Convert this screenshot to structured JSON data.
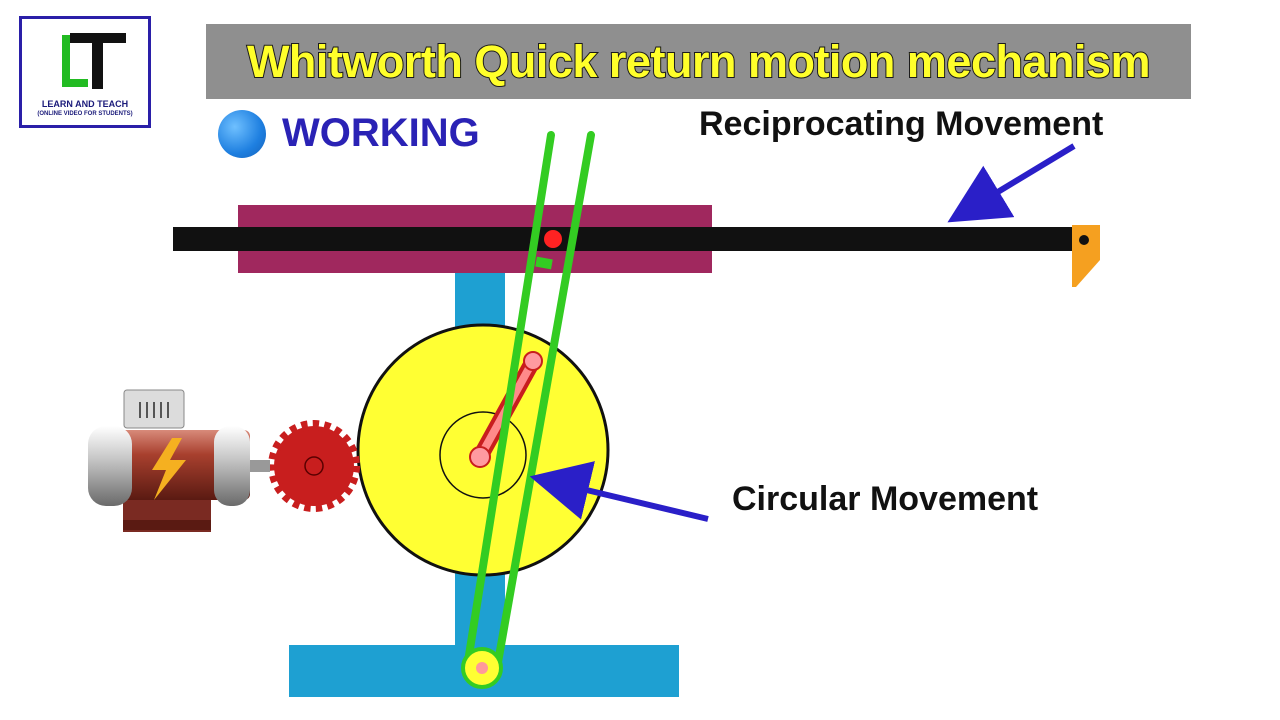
{
  "logo": {
    "letters": "LT",
    "line1": "LEARN AND TEACH",
    "line2": "(ONLINE VIDEO FOR STUDENTS)"
  },
  "title": "Whitworth Quick return motion mechanism",
  "section": {
    "label": "WORKING",
    "dot_color": "#1e7fe0"
  },
  "annotations": {
    "reciprocating": "Reciprocating Movement",
    "circular": "Circular Movement"
  },
  "colors": {
    "title_background": "#8f8f8f",
    "title_text": "#ffff2a",
    "guide": "#a0285e",
    "ram": "#111111",
    "frame": "#1ea0d2",
    "crank_disc": "#ffff33",
    "slotted_lever": "#33cc22",
    "gear": "#c81e1e",
    "tool": "#f5a020",
    "arrow": "#2a1fc8"
  },
  "components": {
    "motor": "motor-icon",
    "gear": "gear-icon",
    "crank_disc": "crank-disc",
    "slotted_lever": "slotted-lever",
    "ram": "ram",
    "tool": "cutting-tool"
  }
}
